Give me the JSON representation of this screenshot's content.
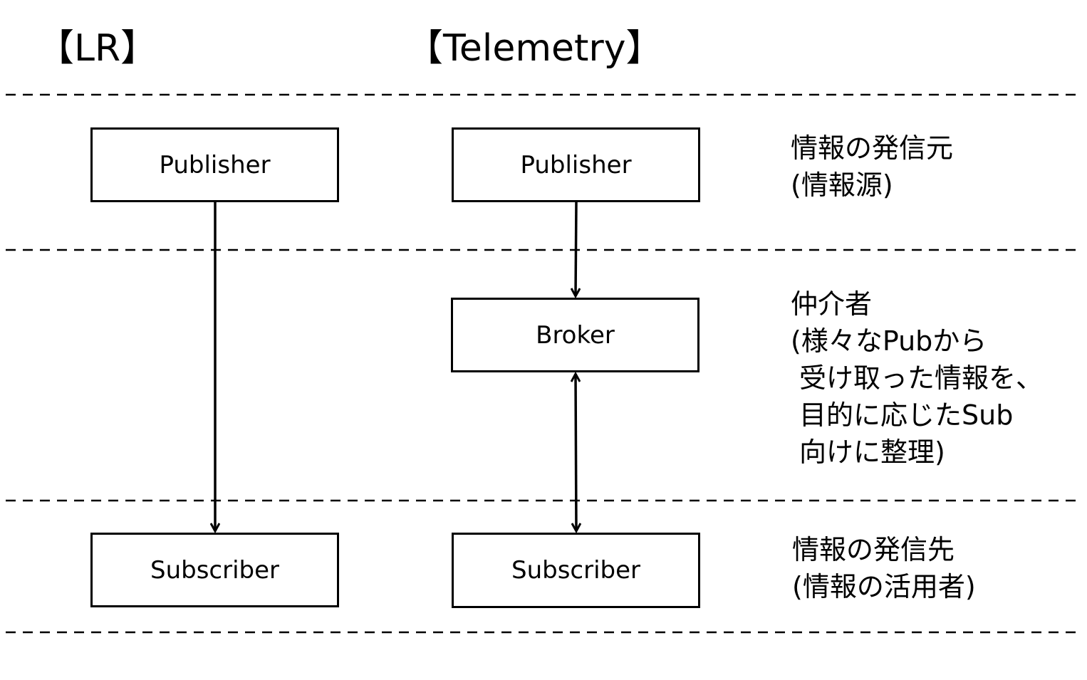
{
  "headings": {
    "lr": "【LR】",
    "telemetry": "【Telemetry】"
  },
  "lr": {
    "publisher": "Publisher",
    "subscriber": "Subscriber"
  },
  "telemetry": {
    "publisher": "Publisher",
    "broker": "Broker",
    "subscriber": "Subscriber"
  },
  "roles": {
    "source": [
      "情報の発信元",
      "(情報源)"
    ],
    "broker": [
      "仲介者",
      "(様々なPubから",
      "受け取った情報を、",
      "目的に応じたSub",
      "向けに整理)"
    ],
    "target": [
      "情報の発信先",
      "(情報の活用者)"
    ]
  },
  "colors": {
    "line": "#000000",
    "background": "#ffffff"
  }
}
